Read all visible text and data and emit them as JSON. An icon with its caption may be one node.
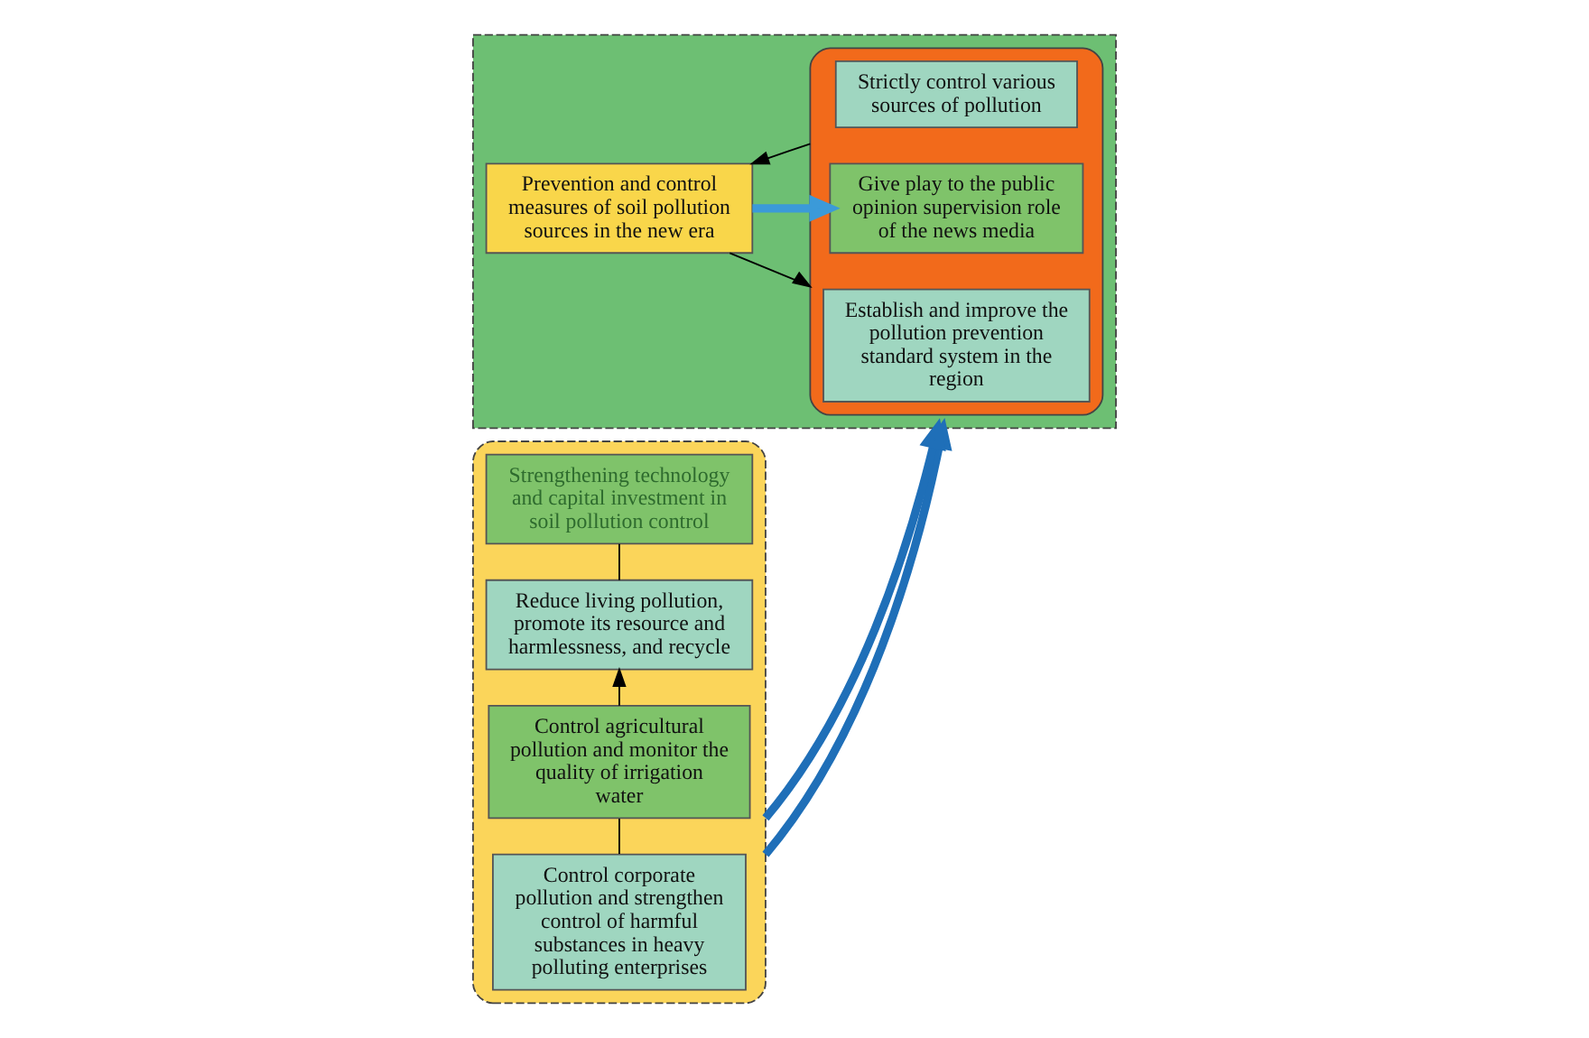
{
  "diagram": {
    "nodes": [
      {
        "text": [],
        "shape": "box"
      },
      {
        "text": [
          "Prevention and control measures of soil pollution sources in the new era"
        ],
        "in": 0
      },
      {
        "text": [],
        "shape": "box",
        "in": 0
      },
      {
        "text": [
          "Strictly control various sources of pollution"
        ],
        "in": 2
      },
      {
        "text": [
          "Give play to the public opinion supervision role of the news media"
        ],
        "in": 2
      },
      {
        "text": [
          "Establish and improve the pollution prevention standard system in the region"
        ],
        "in": 2
      },
      {
        "text": [],
        "shape": "box"
      },
      {
        "text": [
          "Control corporate pollution and strengthen control of harmful substances in heavy polluting enterprises"
        ],
        "in": 6
      },
      {
        "text": [
          "Control agricultural pollution and monitor the quality of irrigation water"
        ],
        "in": 6
      },
      {
        "text": [
          "Reduce living pollution, promote its resource and harmlessness, and recycle"
        ],
        "in": 6
      },
      {
        "text": [
          "Strengthening technology and capital investment in soil pollution control"
        ],
        "in": 6
      }
    ],
    "edges": [
      {
        "from": 1,
        "to": 2,
        "arrow": "to"
      },
      {
        "from": 1,
        "to": 4,
        "arrow": "to",
        "style": "thick",
        "color": "#3b9ad9"
      },
      {
        "from": 2,
        "to": 1,
        "arrow": "to"
      },
      {
        "from": 7,
        "to": 8,
        "arrow": "none"
      },
      {
        "from": 8,
        "to": 9,
        "arrow": "to"
      },
      {
        "from": 9,
        "to": 10,
        "arrow": "none"
      },
      {
        "from": 6,
        "to": 0,
        "arrow": "to",
        "style": "thick",
        "color": "#1f6fb8"
      },
      {
        "from": 6,
        "to": 0,
        "arrow": "to",
        "style": "thick",
        "color": "#1f6fb8"
      }
    ]
  }
}
